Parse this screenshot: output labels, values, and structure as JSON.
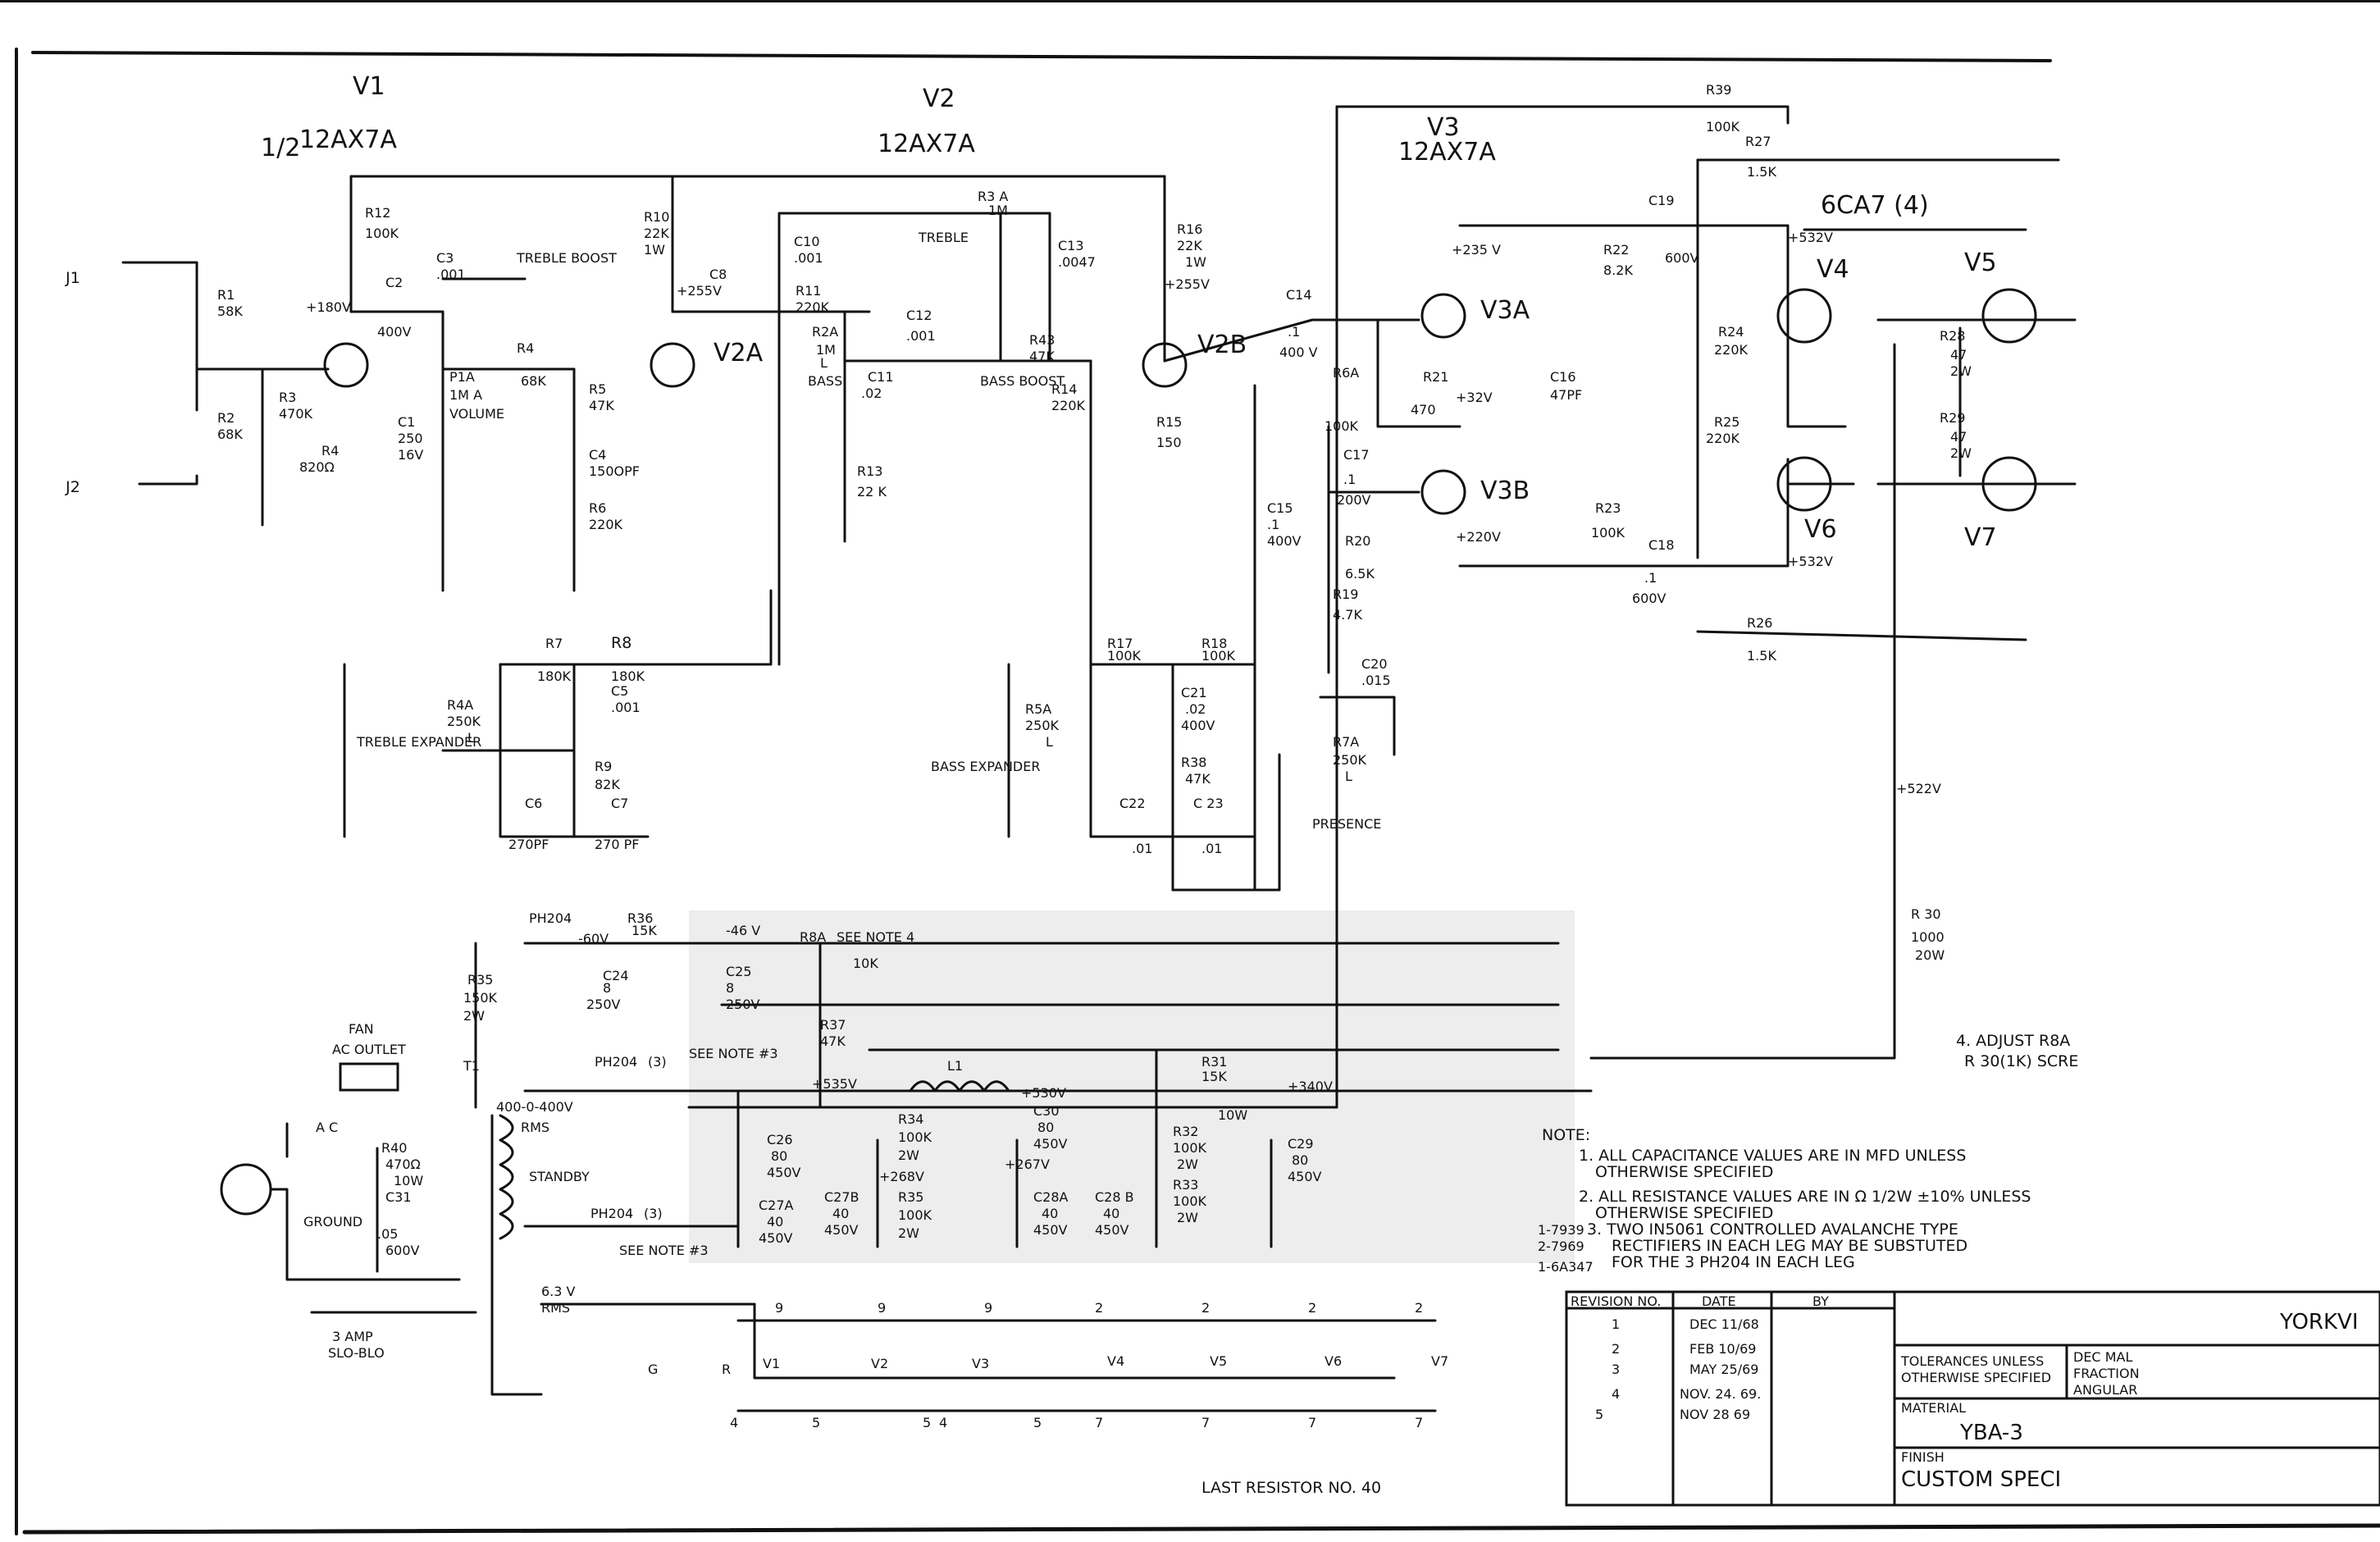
{
  "tubes": {
    "v1": {
      "name": "V1",
      "half": "1/2",
      "type": "12AX7A"
    },
    "v2": {
      "name": "V2",
      "type": "12AX7A",
      "v2a": "V2A",
      "v2b": "V2B"
    },
    "v3": {
      "name": "V3",
      "type": "12AX7A",
      "v3a": "V3A",
      "v3b": "V3B"
    },
    "output": {
      "type": "6CA7 (4)",
      "v4": "V4",
      "v5": "V5",
      "v6": "V6",
      "v7": "V7"
    }
  },
  "jacks": {
    "j1": "J1",
    "j2": "J2"
  },
  "components": {
    "r1": "R1",
    "r1v": "58K",
    "r2": "R2",
    "r2v": "68K",
    "r3": "R3",
    "r3v": "470K",
    "r4k": "R4",
    "r4kv": "820Ω",
    "c1": "C1",
    "c1v1": "250",
    "c1v2": "16V",
    "r12": "R12",
    "r12v": "100K",
    "c2": "C2",
    "c2v": "400V",
    "v180": "+180V",
    "c3": "C3",
    "c3v": ".001",
    "treble_boost": "TREBLE BOOST",
    "p1a": "P1A",
    "p1av": "1M A",
    "volume": "VOLUME",
    "r4": "R4",
    "r4v": "68K",
    "r5": "R5",
    "r5v": "47K",
    "c4": "C4",
    "c4v": "150OPF",
    "r6": "R6",
    "r6v": "220K",
    "r10": "R10",
    "r10v": "22K",
    "r10w": "1W",
    "v255a": "+255V",
    "c8": "C8",
    "r39": "R39",
    "r39v": "100K",
    "r27": "R27",
    "r27v": "1.5K",
    "c10": "C10",
    "c10v": ".001",
    "r3a": "R3 A",
    "r3av": "1M",
    "treble": "TREBLE",
    "c13": "C13",
    "c13v": ".0047",
    "r11": "R11",
    "r11v": "220K",
    "r2a": "R2A",
    "r2av": "1M",
    "r2al": "L",
    "bass": "BASS",
    "c12": "C12",
    "c12v": ".001",
    "c11": "C11",
    "c11v": ".02",
    "r43": "R43",
    "r43v": "47K",
    "bass_boost": "BASS BOOST",
    "r13": "R13",
    "r13v": "22 K",
    "r16": "R16",
    "r16v": "22K",
    "r16w": "1W",
    "v255b": "+255V",
    "r14": "R14",
    "r14v": "220K",
    "r15": "R15",
    "r15v": "150",
    "c14": "C14",
    "c14v": ".1",
    "c14vv": "400 V",
    "v235": "+235 V",
    "r22": "R22",
    "r22v": "8.2K",
    "c19": "C19",
    "c19v": "600V",
    "r6a": "R6A",
    "r6av": "100K",
    "r21": "R21",
    "r21v": "470",
    "v32": "+32V",
    "c16": "C16",
    "c16v": "47PF",
    "c17": "C17",
    "c17v": ".1",
    "c17vv": "200V",
    "v220": "+220V",
    "r23": "R23",
    "r23v": "100K",
    "c18": "C18",
    "c18v": ".1",
    "c18vv": "600V",
    "c15": "C15",
    "c15v": ".1",
    "c15vv": "400V",
    "r20": "R20",
    "r20v": "6.5K",
    "r19": "R19",
    "r19v": "4.7K",
    "r26": "R26",
    "r26v": "1.5K",
    "v532a": "+532V",
    "v532b": "+532V",
    "r24": "R24",
    "r24v": "220K",
    "r25": "R25",
    "r25v": "220K",
    "r28": "R28",
    "r28v": "47",
    "r28w": "2W",
    "r29": "R29",
    "r29v": "47",
    "r29w": "2W",
    "r7": "R7",
    "r7v": "180K",
    "r8": "R8",
    "r8v": "180K",
    "c5": "C5",
    "c5v": ".001",
    "r9": "R9",
    "r9v": "82K",
    "c6": "C6",
    "c6v": "270PF",
    "c7": "C7",
    "c7v": "270 PF",
    "r4a": "R4A",
    "r4av": "250K",
    "r4al": "L",
    "treble_expander": "TREBLE EXPANDER",
    "r5a": "R5A",
    "r5av": "250K",
    "r5al": "L",
    "bass_expander": "BASS EXPANDER",
    "r17": "R17",
    "r17v": "100K",
    "r18": "R18",
    "r18v": "100K",
    "c21": "C21",
    "c21v": ".02",
    "c21vv": "400V",
    "r38": "R38",
    "r38v": "47K",
    "c22": "C22",
    "c22v": ".01",
    "c23": "C 23",
    "c23v": ".01",
    "r7a": "R7A",
    "r7av": "250K",
    "r7al": "L",
    "presence": "PRESENCE",
    "c20": "C20",
    "c20v": ".015",
    "v522": "+522V",
    "r30": "R 30",
    "r30v": "1000",
    "r30w": "20W"
  },
  "psu": {
    "ph204a": "PH204",
    "v60": "-60V",
    "r36": "R36",
    "r36v": "15K",
    "c24": "C24",
    "c24v1": "8",
    "c24v2": "250V",
    "r35b": "R35",
    "r35bv": "150K",
    "r35bw": "2W",
    "t1": "T1",
    "v46": "-46 V",
    "r8a": "R8A",
    "see_note4": "SEE NOTE 4",
    "r8av": "10K",
    "c25": "C25",
    "c25v1": "8",
    "c25v2": "250V",
    "r37": "R37",
    "r37v": "47K",
    "fan": "FAN",
    "ac_outlet": "AC OUTLET",
    "ph204b": "PH204",
    "ph204b_n": "(3)",
    "see_note3a": "SEE NOTE #3",
    "v535": "+535V",
    "l1": "L1",
    "v530": "+530V",
    "r31": "R31",
    "r31v": "15K",
    "r31w": "10W",
    "v340": "+340V",
    "trans_v": "400-0-400V",
    "rms": "RMS",
    "ac": "A C",
    "r40": "R40",
    "r40v": "470Ω",
    "r40w": "10W",
    "c31": "C31",
    "c31v": ".05",
    "c31vv": "600V",
    "ground": "GROUND",
    "standby": "STANDBY",
    "c26": "C26",
    "c26v": "80",
    "c26vv": "450V",
    "c27a": "C27A",
    "c27av": "40",
    "c27avv": "450V",
    "c27b": "C27B",
    "c27bv": "40",
    "c27bvv": "450V",
    "r34": "R34",
    "r34v": "100K",
    "r34w": "2W",
    "v268": "+268V",
    "r35": "R35",
    "r35v": "100K",
    "r35w": "2W",
    "v267": "+267V",
    "c30": "C30",
    "c30v": "80",
    "c30vv": "450V",
    "c28a": "C28A",
    "c28av": "40",
    "c28avv": "450V",
    "c28b": "C28 B",
    "c28bv": "40",
    "c28bvv": "450V",
    "r32": "R32",
    "r32v": "100K",
    "r32w": "2W",
    "r33": "R33",
    "r33v": "100K",
    "r33w": "2W",
    "c29": "C29",
    "c29v": "80",
    "c29vv": "450V",
    "ph204c": "PH204",
    "ph204c_n": "(3)",
    "see_note3b": "SEE NOTE #3",
    "v63": "6.3 V",
    "rms2": "RMS",
    "fuse": "3 AMP",
    "fuse2": "SLO-BLO",
    "g": "G",
    "r": "R"
  },
  "heaters": {
    "pins_top": [
      "9",
      "9",
      "9",
      "2",
      "2",
      "2",
      "2"
    ],
    "pins_bottom": [
      "4",
      "5",
      "5",
      "4",
      "5",
      "7",
      "7",
      "7",
      "7"
    ],
    "labels": [
      "V1",
      "V2",
      "V3",
      "V4",
      "V5",
      "V6",
      "V7"
    ]
  },
  "notes": {
    "header": "NOTE:",
    "n1a": "1. ALL CAPACITANCE VALUES ARE IN MFD UNLESS",
    "n1b": "OTHERWISE SPECIFIED",
    "n2a": "2. ALL RESISTANCE VALUES ARE IN Ω 1/2W ±10% UNLESS",
    "n2b": "OTHERWISE SPECIFIED",
    "n3a": "3. TWO IN5061 CONTROLLED AVALANCHE TYPE",
    "n3b": "RECTIFIERS IN EACH LEG MAY BE SUBSTUTED",
    "n3c": "FOR THE 3 PH204 IN EACH LEG",
    "n4a": "4. ADJUST R8A",
    "n4b": "R 30(1K) SCRE",
    "side1": "1-7939",
    "side2": "2-7969",
    "side3": "1-6A347",
    "last_resistor": "LAST RESISTOR NO. 40"
  },
  "revision": {
    "col1": "REVISION NO.",
    "col2": "DATE",
    "col3": "BY",
    "rows": [
      {
        "no": "1",
        "date": "DEC 11/68"
      },
      {
        "no": "2",
        "date": "FEB 10/69"
      },
      {
        "no": "3",
        "date": "MAY 25/69"
      },
      {
        "no": "4",
        "date": "NOV. 24. 69."
      },
      {
        "no": "5",
        "date": "NOV 28 69"
      }
    ]
  },
  "titleblock": {
    "company": "YORKVI",
    "model": "YBA-3",
    "custom": "CUSTOM SPECI",
    "tol1": "TOLERANCES UNLESS",
    "tol2": "OTHERWISE SPECIFIED",
    "dec": "DEC MAL",
    "frac": "FRACTION",
    "ang": "ANGULAR",
    "material": "MATERIAL",
    "finish": "FINISH"
  }
}
